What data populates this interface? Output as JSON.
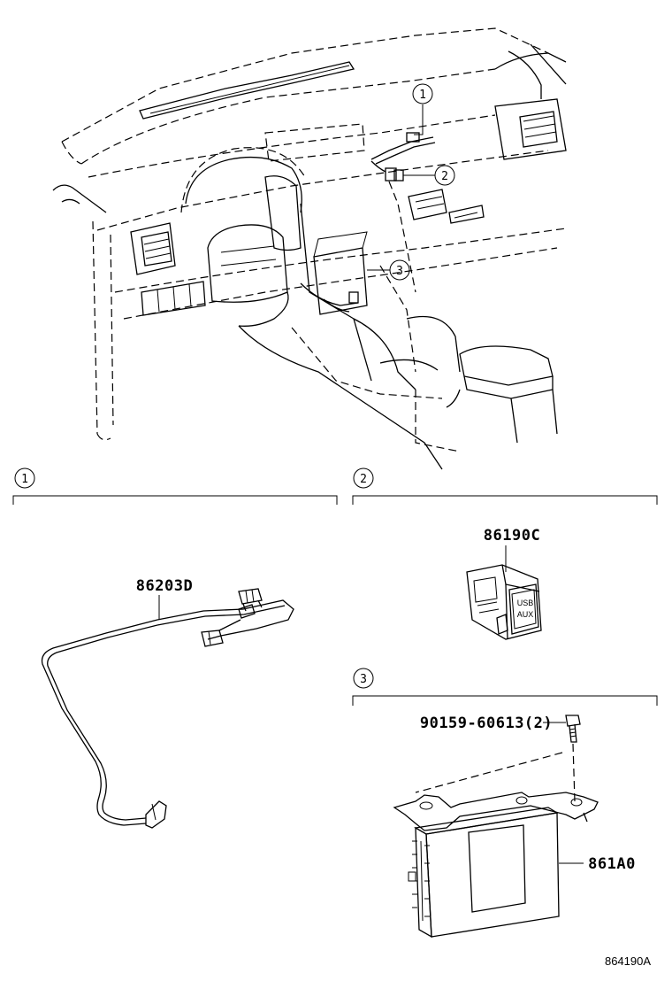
{
  "callouts": [
    {
      "num": "1"
    },
    {
      "num": "2"
    },
    {
      "num": "3"
    }
  ],
  "sections": [
    {
      "num": "1",
      "parts": [
        {
          "label": "86203D"
        }
      ]
    },
    {
      "num": "2",
      "parts": [
        {
          "label": "86190C"
        }
      ]
    },
    {
      "num": "3",
      "parts": [
        {
          "label": "90159-60613(2)"
        },
        {
          "label": "861A0"
        }
      ]
    }
  ],
  "usb_jack": {
    "line1": "USB",
    "line2": "AUX"
  },
  "diagram_code": "864190A"
}
